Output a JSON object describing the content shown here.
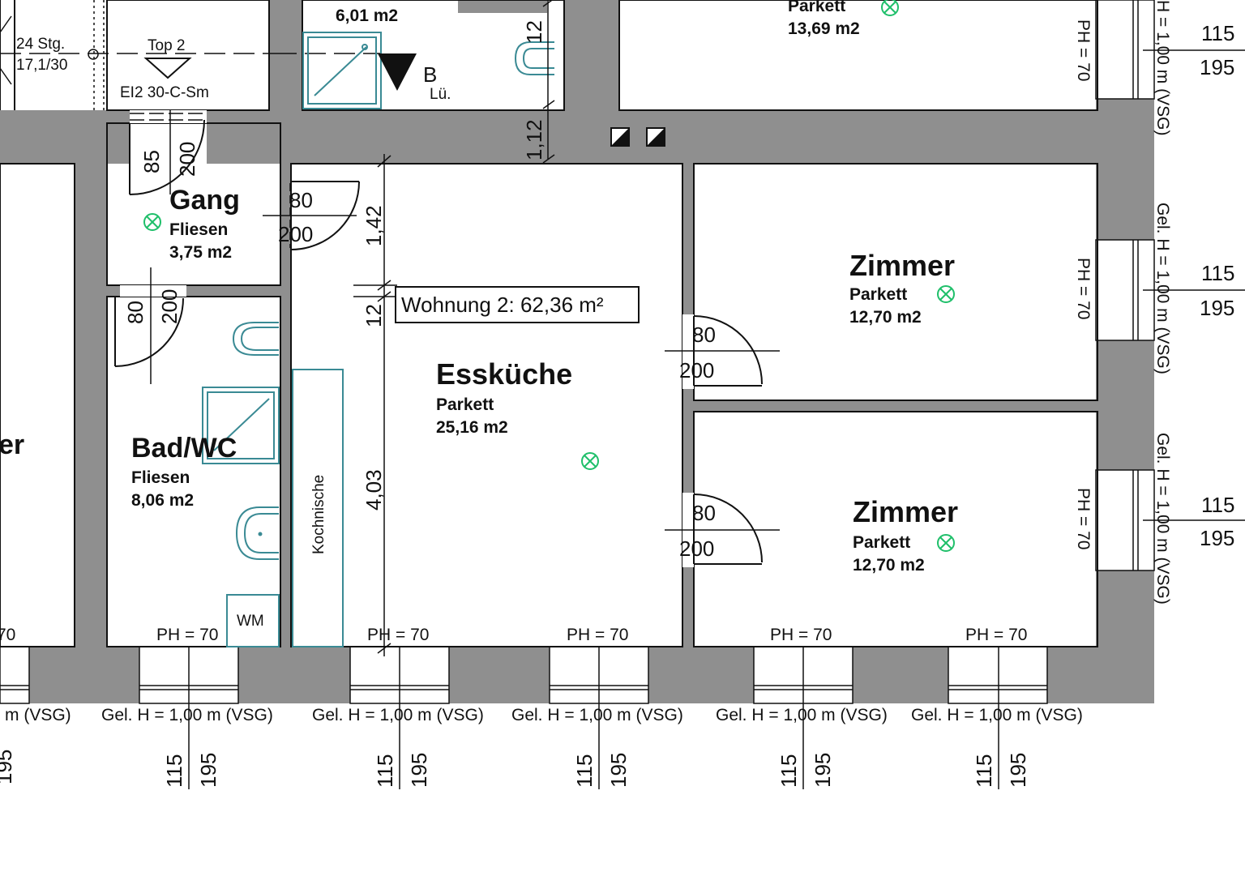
{
  "plan": {
    "apartment_label": "Wohnung 2: 62,36 m²",
    "top_label": "Top 2",
    "stair_label_1": "24 Stg.",
    "stair_label_2": "17,1/30",
    "fire_label": "EI2 30-C-Sm",
    "vent_letter": "B",
    "vent_label": "Lü.",
    "kitchen_niche": "Kochnische",
    "wm_label": "WM"
  },
  "rooms": {
    "top_area": "6,01 m2",
    "top_right_floor": "Parkett",
    "top_right_area": "13,69 m2",
    "gang_name": "Gang",
    "gang_floor": "Fliesen",
    "gang_area": "3,75 m2",
    "bad_name": "Bad/WC",
    "bad_floor": "Fliesen",
    "bad_area": "8,06 m2",
    "kueche_name": "Essküche",
    "kueche_floor": "Parkett",
    "kueche_area": "25,16 m2",
    "zimmer1_name": "Zimmer",
    "zimmer1_floor": "Parkett",
    "zimmer1_area": "12,70 m2",
    "zimmer2_name": "Zimmer",
    "zimmer2_floor": "Parkett",
    "zimmer2_area": "12,70 m2",
    "left_partial": "er"
  },
  "dims": {
    "d12a": "12",
    "d112": "1,12",
    "d142": "1,42",
    "d12b": "12",
    "d403": "4,03",
    "d85": "85",
    "d200a": "200",
    "d80a": "80",
    "d200b": "200",
    "d80b": "80",
    "d200c": "200",
    "d80c": "80",
    "d200d": "200",
    "d80d": "80",
    "d200e": "200",
    "right_115": "115",
    "right_195": "195",
    "bottom_115": "115",
    "bottom_195": "195",
    "partial_195": "195",
    "partial_70": "70"
  },
  "labels": {
    "ph": "PH = 70",
    "gel_h": "Gel. H = 1,00 m (VSG)",
    "gel_h_partial": "m (VSG)",
    "gel_h_top_partial": "H = 1,00 m (VSG)"
  },
  "colors": {
    "wall": "#8f8f8f",
    "fixture": "#3a8a94",
    "sensor": "#1fbf6a"
  }
}
